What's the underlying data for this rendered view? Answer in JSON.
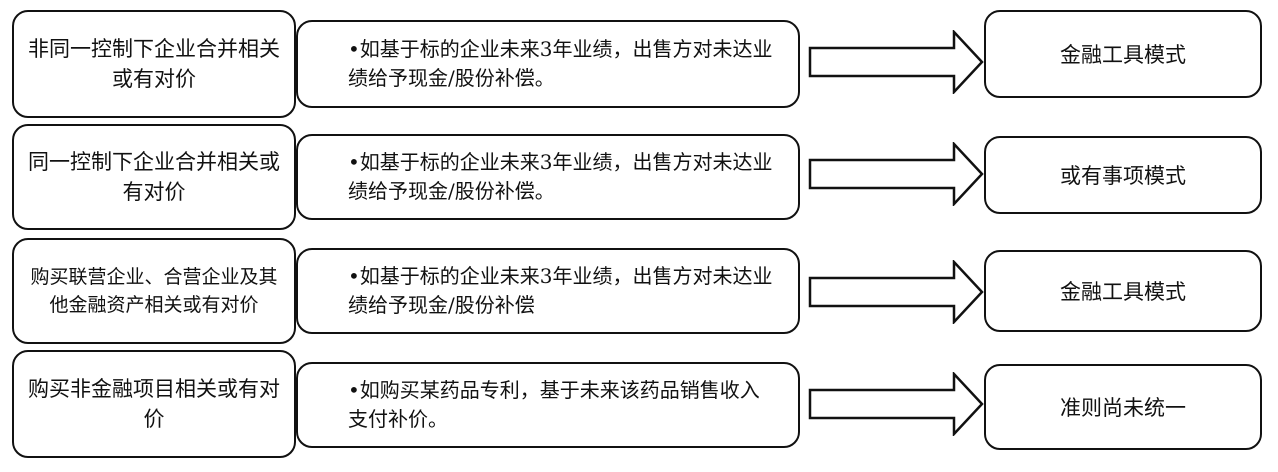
{
  "rows": [
    {
      "category": "非同一控制下企业合并相关或有对价",
      "description": "•如基于标的企业未来3年业绩，出售方对未达业绩给予现金/股份补偿。",
      "result": "金融工具模式"
    },
    {
      "category": "同一控制下企业合并相关或有对价",
      "description": "•如基于标的企业未来3年业绩，出售方对未达业绩给予现金/股份补偿。",
      "result": "或有事项模式"
    },
    {
      "category": "购买联营企业、合营企业及其他金融资产相关或有对价",
      "description": "•如基于标的企业未来3年业绩，出售方对未达业绩给予现金/股份补偿",
      "result": "金融工具模式"
    },
    {
      "category": "购买非金融项目相关或有对价",
      "description": "•如购买某药品专利，基于未来该药品销售收入支付补价。",
      "result": "准则尚未统一"
    }
  ],
  "colors": {
    "stroke": "#111111",
    "fill": "#ffffff"
  },
  "icons": {
    "arrow": "right-block-arrow-icon"
  }
}
